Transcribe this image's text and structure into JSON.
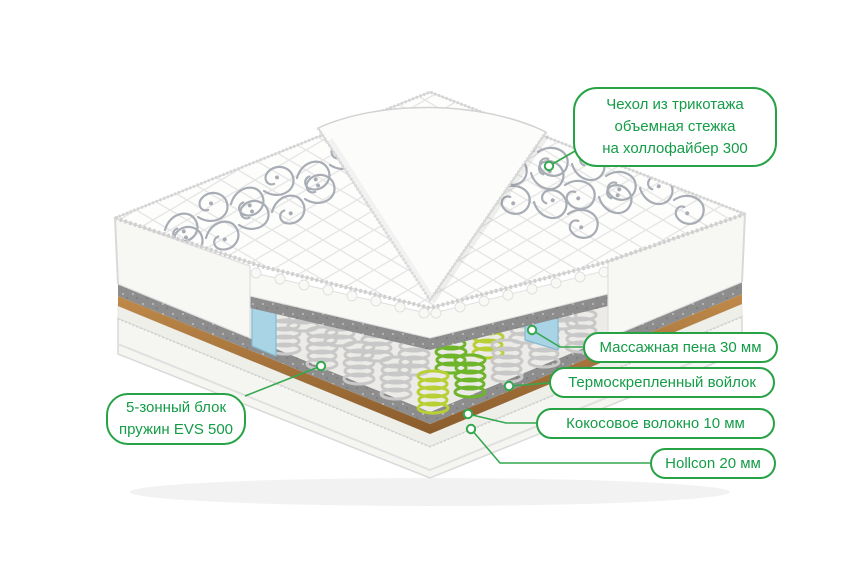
{
  "figure": {
    "name": "mattress-layers-cutaway-diagram",
    "background": "#ffffff"
  },
  "colors": {
    "accent_green": "#27a346",
    "label_text_green": "#149c47",
    "leader_line_green": "#34a84e",
    "massage_foam_blue": "#a8d4e6",
    "coconut_coir_brown": "#b07c42",
    "felt_gray": "#8d8d8d",
    "spring_white": "#c8c8c8",
    "spring_green": "#6fb52c",
    "spring_lime": "#b9cf36",
    "fabric_white": "#fdfdfc",
    "ornament_gray": "#a8adb5"
  },
  "callouts": [
    {
      "id": "cover",
      "lines": [
        "Чехол из трикотажа",
        "объемная стежка",
        "на холлофайбер 300"
      ]
    },
    {
      "id": "massage-foam",
      "lines": [
        "Массажная пена 30 мм"
      ]
    },
    {
      "id": "felt",
      "lines": [
        "Термоскрепленный войлок"
      ]
    },
    {
      "id": "coconut",
      "lines": [
        "Кокосовое волокно 10 мм"
      ]
    },
    {
      "id": "hollcon",
      "lines": [
        "Hollcon 20 мм"
      ]
    },
    {
      "id": "springs",
      "lines": [
        "5-зонный блок",
        "пружин EVS 500"
      ]
    }
  ],
  "illustration_layers": [
    "quilted-knit-cover",
    "folded-cover-corner",
    "egg-crate-foam",
    "thermobonded-felt-top",
    "massage-foam-side-blocks",
    "five-zone-spring-block",
    "thermobonded-felt-bottom",
    "coconut-coir-layer",
    "hollcon-layer",
    "base-border"
  ]
}
